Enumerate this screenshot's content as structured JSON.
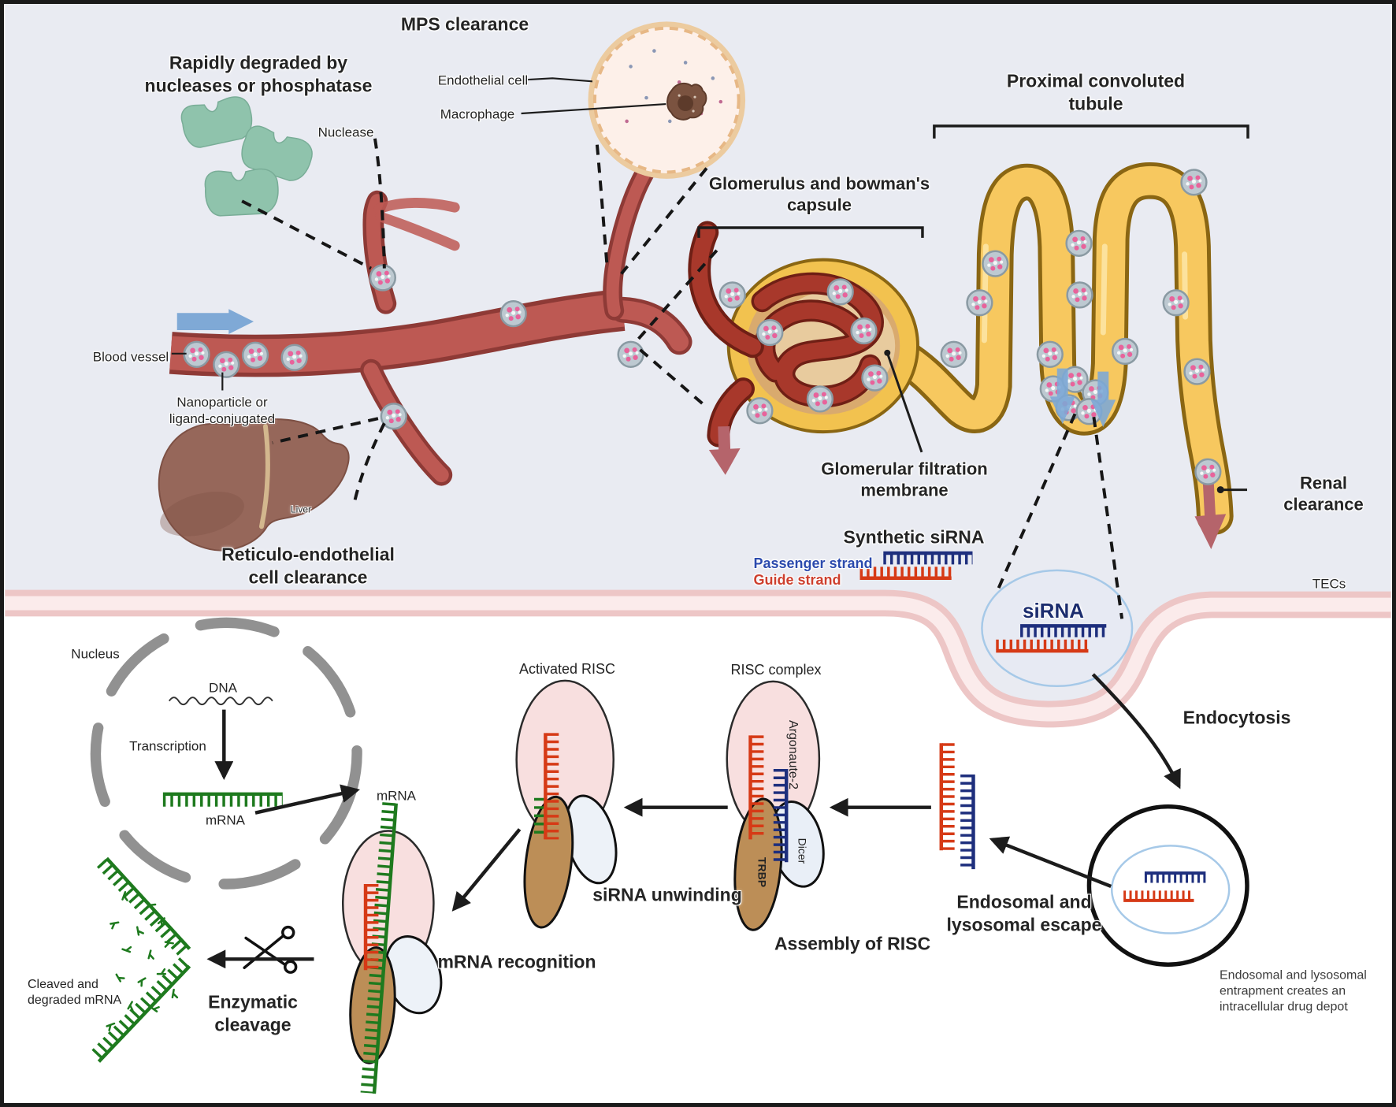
{
  "figure_title": "siRNA renal delivery, clearance mechanisms and RNAi pathway",
  "colors": {
    "top_background": "#e9ebf2",
    "bottom_background": "#ffffff",
    "guide_strand_red": "#d63a16",
    "passenger_strand_blue": "#1e2f7d",
    "mrna_green": "#1e7a1e",
    "tubule_yellow": "#f7c85f",
    "vessel_red": "#bd5953",
    "membrane_pink": "#edc6c6",
    "nuclease_teal": "#8fc3ac",
    "risc_pink": "#f8dfdf",
    "trbp_brown": "#bc8e57",
    "nanoparticle_gray": "#bdc9d1",
    "accent_navy": "#1c2d6e"
  },
  "labels": {
    "mps": "MPS clearance",
    "rapidly": "Rapidly degraded by\nnucleases or phosphatase",
    "nuclease": "Nuclease",
    "endothelial_cell": "Endothelial cell",
    "macrophage": "Macrophage",
    "proximal_tubule": "Proximal convoluted\ntubule",
    "glomerulus_title": "Glomerulus and bowman's\ncapsule",
    "blood_vessel": "Blood vessel",
    "nanoparticle": "Nanoparticle or\nligand-conjugated",
    "liver": "Liver",
    "reticulo": "Reticulo-endothelial\ncell clearance",
    "glomerular_membrane": "Glomerular filtration\nmembrane",
    "renal_clearance": "Renal clearance",
    "synthetic_sirna": "Synthetic siRNA",
    "passenger_strand": "Passenger strand",
    "guide_strand": "Guide strand",
    "tecs": "TECs",
    "sirna_vesicle": "siRNA",
    "endocytosis": "Endocytosis",
    "endosome_caption": "Endosomal and lysosomal\nentrapment creates an\nintracellular drug depot",
    "escape": "Endosomal and\nlysosomal escape",
    "assembly": "Assembly of RISC",
    "risc_complex": "RISC complex",
    "activated_risc": "Activated RISC",
    "argonaute": "Argonaute-2",
    "dicer": "Dicer",
    "trbp": "TRBP",
    "unwinding": "siRNA unwinding",
    "nucleus": "Nucleus",
    "dna": "DNA",
    "transcription": "Transcription",
    "mrna_nucleus": "mRNA",
    "mrna_cyto": "mRNA",
    "mrna_recognition": "mRNA recognition",
    "enzymatic": "Enzymatic\ncleavage",
    "cleaved": "Cleaved and\ndegraded mRNA"
  }
}
